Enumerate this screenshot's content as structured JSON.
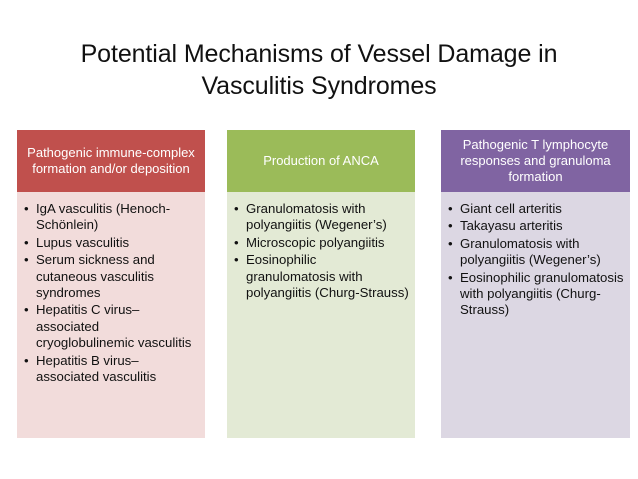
{
  "slide": {
    "title": "Potential Mechanisms of Vessel Damage in Vasculitis Syndromes",
    "bullet_glyph": "•",
    "colors": {
      "header_red": "#c0504d",
      "header_green": "#9bbb59",
      "header_purple": "#8064a2",
      "body_red": "#f2dcdb",
      "body_green": "#e3ead5",
      "body_purple": "#dcd7e3",
      "background": "#ffffff",
      "text": "#111111",
      "header_text": "#ffffff"
    }
  },
  "columns": [
    {
      "header": "Pathogenic immune-complex formation and/or deposition",
      "items": [
        "IgA vasculitis (Henoch-Schönlein)",
        "Lupus vasculitis",
        "Serum sickness and cutaneous vasculitis syndromes",
        "Hepatitis C virus–associated cryoglobulinemic vasculitis",
        "Hepatitis B virus–associated vasculitis"
      ]
    },
    {
      "header": "Production of ANCA",
      "items": [
        "Granulomatosis with polyangiitis (Wegener’s)",
        "Microscopic polyangiitis",
        "Eosinophilic granulomatosis with polyangiitis (Churg-Strauss)"
      ]
    },
    {
      "header": "Pathogenic T lymphocyte responses and granuloma formation",
      "items": [
        "Giant cell arteritis",
        "Takayasu arteritis",
        "Granulomatosis with polyangiitis (Wegener’s)",
        "Eosinophilic granulomatosis with polyangiitis (Churg-Strauss)"
      ]
    }
  ]
}
